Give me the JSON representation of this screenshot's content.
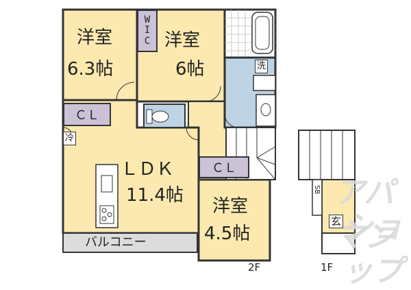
{
  "rooms": {
    "western_room_1": {
      "name": "洋室",
      "size": "6.3帖"
    },
    "western_room_2": {
      "name": "洋室",
      "size": "6帖"
    },
    "western_room_3": {
      "name": "洋室",
      "size": "4.5帖"
    },
    "ldk": {
      "name": "ＬＤＫ",
      "size": "11.4帖"
    }
  },
  "labels": {
    "wic": "WIC",
    "closet_1": "ＣＬ",
    "closet_2": "ＣＬ",
    "wash": "洗",
    "fridge": "冷",
    "balcony": "バルコニー",
    "shoe_box": "SB",
    "entrance": "玄"
  },
  "floors": {
    "second": "2F",
    "first": "1F"
  },
  "watermark": {
    "line1": "アパマン",
    "line2": "ショップ"
  },
  "colors": {
    "floor_wood": "#fbe9b0",
    "closet": "#ccc2d8",
    "bath": "#bed3e4",
    "balcony": "#dcdcdc",
    "wall": "#333333"
  }
}
